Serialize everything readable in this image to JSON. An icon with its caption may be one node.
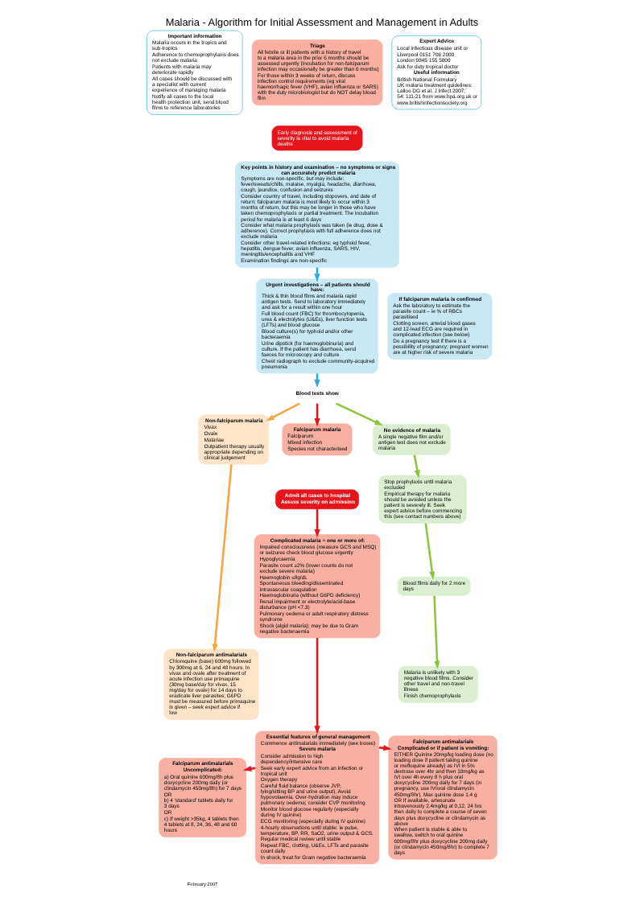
{
  "diagram": {
    "title": "Malaria - Algorithm for Initial Assessment and Management in Adults",
    "nodes": [
      {
        "text": [
          "Important information",
          "Malaria occurs in the tropics and sub-tropics",
          "Adherence to chemoprophylaxis does not exclude malaria",
          "Patients with malaria may deteriorate rapidly",
          "All cases should be discussed with a specialist with current experience of managing malaria",
          "Notify all cases to the local health protection unit, send blood films to reference laboratories"
        ]
      },
      {
        "text": [
          "Triage",
          "All febrile or ill patients with a history of travel to a malaria area in the prior 6 months should be assessed urgently (incubation for non-falciparum infection may occasionally be greater than 6 months)",
          "For those within 3 weeks of return, discuss infection control requirements (eg viral haemorrhagic fever (VHF), avian influenza or SARS) with the duty microbiologist but do NOT delay blood film"
        ]
      },
      {
        "text": [
          "Early diagnosis and assessment of severity is vital to avoid malaria deaths"
        ]
      },
      {
        "text": [
          "Expert Advice",
          "Local infectious disease unit or",
          "Liverpool 0151 706 2000",
          "London 0845 155 5000",
          "Ask for duty tropical doctor",
          "Useful information",
          "British National Formulary",
          "UK malaria treatment guidelines: Lalloo DG et al. J Infect 2007; 54: 111-21 from www.hpa.org.uk or www.britishinfectionsociety.org"
        ]
      },
      {
        "text": [
          "Key points in history and examination – no symptoms or signs can accurately predict malaria",
          "Symptoms are non-specific, but may include: fever/sweats/chills, malaise, myalgia, headache, diarrhoea, cough, jaundice, confusion and seizures",
          "Consider country of travel, including stopovers, and date of return; falciparum malaria is most likely to occur within 3 months of return, but this may be longer in those who have taken chemoprophylaxis or partial treatment. The incubation period for malaria is at least 6 days",
          "Consider what malaria prophylaxis was taken (ie drug, dose & adherence). Correct prophylaxis with full adherence does not exclude malaria",
          "Consider other travel-related infections: eg typhoid fever, hepatitis, dengue fever, avian influenza, SARS, HIV, meningitis/encephalitis and VHF",
          "Examination findings are non-specific"
        ]
      },
      {
        "text": [
          "Urgent investigations – all patients should have:",
          "Thick & thin blood films and malaria rapid antigen tests. Send to laboratory immediately and ask for a result within one hour",
          "Full blood count (FBC) for thrombocytopenia, urea & electrolytes (U&Es), liver function tests (LFTs) and blood glucose",
          "Blood culture(s) for typhoid and/or other bacteraemia",
          "Urine dipstick (for haemoglobinuria) and culture. If the patient has diarrhoea, send faeces for microscopy and culture",
          "Chest radiograph to exclude community-acquired pneumonia"
        ]
      },
      {
        "text": [
          "If falciparum malaria is confirmed",
          "Ask the laboratory to estimate the parasite count – ie % of RBCs parasitised",
          "Clotting screen, arterial blood gases and 12-lead ECG are required in complicated infection (see below)",
          "Do a pregnancy test if there is a possibility of pregnancy; pregnant women are at higher risk of severe malaria"
        ]
      },
      {
        "text": [
          "Blood tests show"
        ]
      },
      {
        "text": [
          "Non-falciparum malaria",
          "Vivax",
          "Ovale",
          "Malariae",
          "Outpatient therapy usually appropriate depending on clinical judgement"
        ]
      },
      {
        "text": [
          "Falciparum malaria",
          "Falciparum",
          "Mixed infection",
          "Species not characterised"
        ]
      },
      {
        "text": [
          "Admit all cases to hospital",
          "Assess severity on admission"
        ]
      },
      {
        "text": [
          "No evidence of malaria",
          "A single negative film and/or antigen test does not exclude malaria"
        ]
      },
      {
        "text": [
          "Non-falciparum antimalarials",
          "Chloroquine (base) 600mg followed by 300mg at 6, 24 and 48 hours. In vivax and ovale after treatment of acute infection use primaquine (30mg base/day for vivax, 15 mg/day for ovale) for 14 days to eradicate liver parasites; G6PD must be measured before primaquine is given – seek expert advice if low"
        ]
      },
      {
        "text": [
          "Complicated malaria = one or more of:",
          "Impaired consciousness (measure GCS and MSQ) or seizures check blood glucose urgently",
          "Hypoglycaemia",
          "Parasite count ≥2% (lower counts do not exclude severe malaria)",
          "Haemoglobin ≤8g/dL",
          "Spontaneous bleeding/disseminated intravascular coagulation",
          "Haemoglobinuria (without G6PD deficiency)",
          "Renal impairment or electrolyte/acid-base disturbance (pH <7.3)",
          "Pulmonary oedema or adult respiratory distress syndrome",
          "Shock (algid malaria); may be due to Gram negative bacteraemia"
        ]
      },
      {
        "text": [
          "Stop prophylaxis until malaria excluded",
          "Empirical therapy for malaria should be avoided unless the patient is severely ill. Seek expert advice before commencing this (see contact numbers above)"
        ]
      },
      {
        "text": [
          "Blood films daily for 2 more days"
        ]
      },
      {
        "text": [
          "Malaria is unlikely with 3 negative blood films. Consider other travel and non-travel illness",
          "Finish chemoprophylaxis"
        ]
      },
      {
        "text": [
          "Falciparum antimalarials",
          "Uncomplicated:",
          "a) Oral quinine 600mg/8h plus doxycycline 200mg daily (or clindamycin 450mg/8h) for 7 days",
          "OR",
          "b) 4 'standard' tablets daily for 3 days",
          "OR",
          "c) If weight >35kg, 4 tablets then 4 tablets at 8, 24, 36, 48 and 60 hours"
        ]
      },
      {
        "text": [
          "Essential features of general management",
          "Commence antimalarials immediately (see boxes)",
          "Severe malaria",
          "Consider admission to high dependency/intensive care",
          "Seek early expert advice from an infection or tropical unit",
          "Oxygen therapy",
          "Careful fluid balance (observe JVP, lying/sitting BP and urine output). Avoid hypovolaemia. Over-hydration may induce pulmonary oedema; consider CVP monitoring",
          "Monitor blood glucose regularly (especially during IV quinine)",
          "ECG monitoring (especially during IV quinine)",
          "4-hourly observations until stable: ie pulse, temperature, BP, RR, SaO2, urine output & GCS. Regular medical review until stable",
          "Repeat FBC, clotting, U&Es, LFTs and parasite count daily",
          "In shock, treat for Gram negative bacteraemia"
        ]
      },
      {
        "text": [
          "Falciparum antimalarials",
          "Complicated or if patient is vomiting:",
          "EITHER Quinine 20mg/kg loading dose (no loading dose if patient taking quinine or mefloquine already) as IVI in 5% dextrose over 4hr and then 10mg/kg as IVI over 4h every 8 h plus oral doxycycline 200mg daily for 7 days (in pregnancy, use IV/oral clindamycin 450mg/8hr). Max quinine dose 1.4 g",
          "OR If available, artesunate intravenously 2.4mg/kg at 0,12, 24 hrs then daily to complete a course of seven days plus doxycycline or clindamycin as above",
          "When patient is stable & able to swallow, switch to oral quinine 600mg/8hr plus doxycycline 200mg daily (or clindamycin 450mg/8hr) to complete 7 days"
        ]
      }
    ],
    "edges": [
      {
        "from": 4,
        "to": 5,
        "arrow": "to",
        "color": "#29abe2"
      },
      {
        "from": 5,
        "to": 7,
        "arrow": "to",
        "color": "#29abe2"
      },
      {
        "from": 7,
        "to": 8,
        "arrow": "to",
        "color": "#f7a541"
      },
      {
        "from": 7,
        "to": 9,
        "arrow": "to"
      },
      {
        "from": 7,
        "to": 11,
        "arrow": "to",
        "color": "#8cc63f"
      },
      {
        "from": 10,
        "to": 13,
        "arrow": "to"
      },
      {
        "from": 8,
        "to": 12,
        "arrow": "to",
        "color": "#f7a541"
      },
      {
        "from": 11,
        "to": 14,
        "arrow": "to",
        "color": "#8cc63f"
      },
      {
        "from": 14,
        "to": 15,
        "arrow": "to",
        "color": "#8cc63f"
      },
      {
        "from": 15,
        "to": 16,
        "arrow": "to",
        "color": "#8cc63f"
      },
      {
        "from": 13,
        "to": 18,
        "arrow": "to"
      },
      {
        "from": 18,
        "to": 17,
        "arrow": "to"
      },
      {
        "from": 18,
        "to": 19,
        "arrow": "to"
      }
    ],
    "labels": [
      "February 2007"
    ]
  }
}
